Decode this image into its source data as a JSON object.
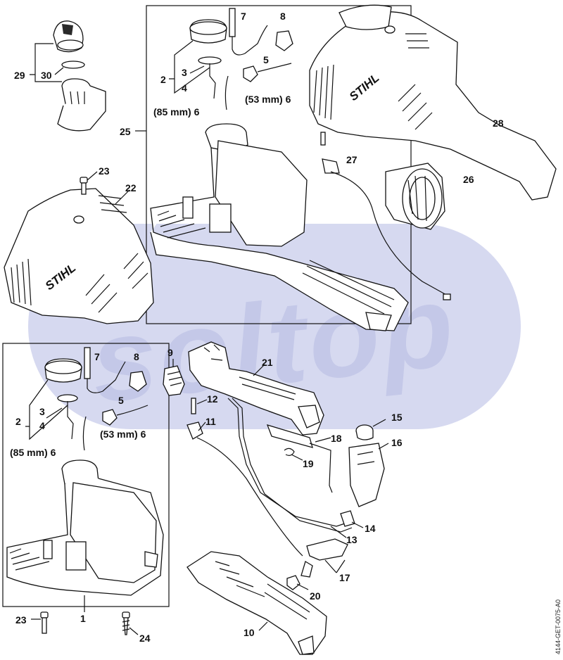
{
  "watermark": {
    "text": "soltop",
    "color": "#c9cdea"
  },
  "brand_text": "STIHL",
  "doc_id": "4144-GET-0075-A0",
  "callouts": {
    "n1": "1",
    "n2a": "2",
    "n2b": "2",
    "n3a": "3",
    "n3b": "3",
    "n4a": "4",
    "n4b": "4",
    "n5a": "5",
    "n5b": "5",
    "n6a": "(85 mm) 6",
    "n6b": "(53 mm) 6",
    "n6c": "(85 mm) 6",
    "n6d": "(53 mm) 6",
    "n7a": "7",
    "n7b": "7",
    "n8a": "8",
    "n8b": "8",
    "n9": "9",
    "n10": "10",
    "n11": "11",
    "n12": "12",
    "n13": "13",
    "n14": "14",
    "n15": "15",
    "n16": "16",
    "n17": "17",
    "n18": "18",
    "n19": "19",
    "n20": "20",
    "n21": "21",
    "n22": "22",
    "n23a": "23",
    "n23b": "23",
    "n24": "24",
    "n25": "25",
    "n26": "26",
    "n27": "27",
    "n28": "28",
    "n29": "29",
    "n30": "30"
  }
}
